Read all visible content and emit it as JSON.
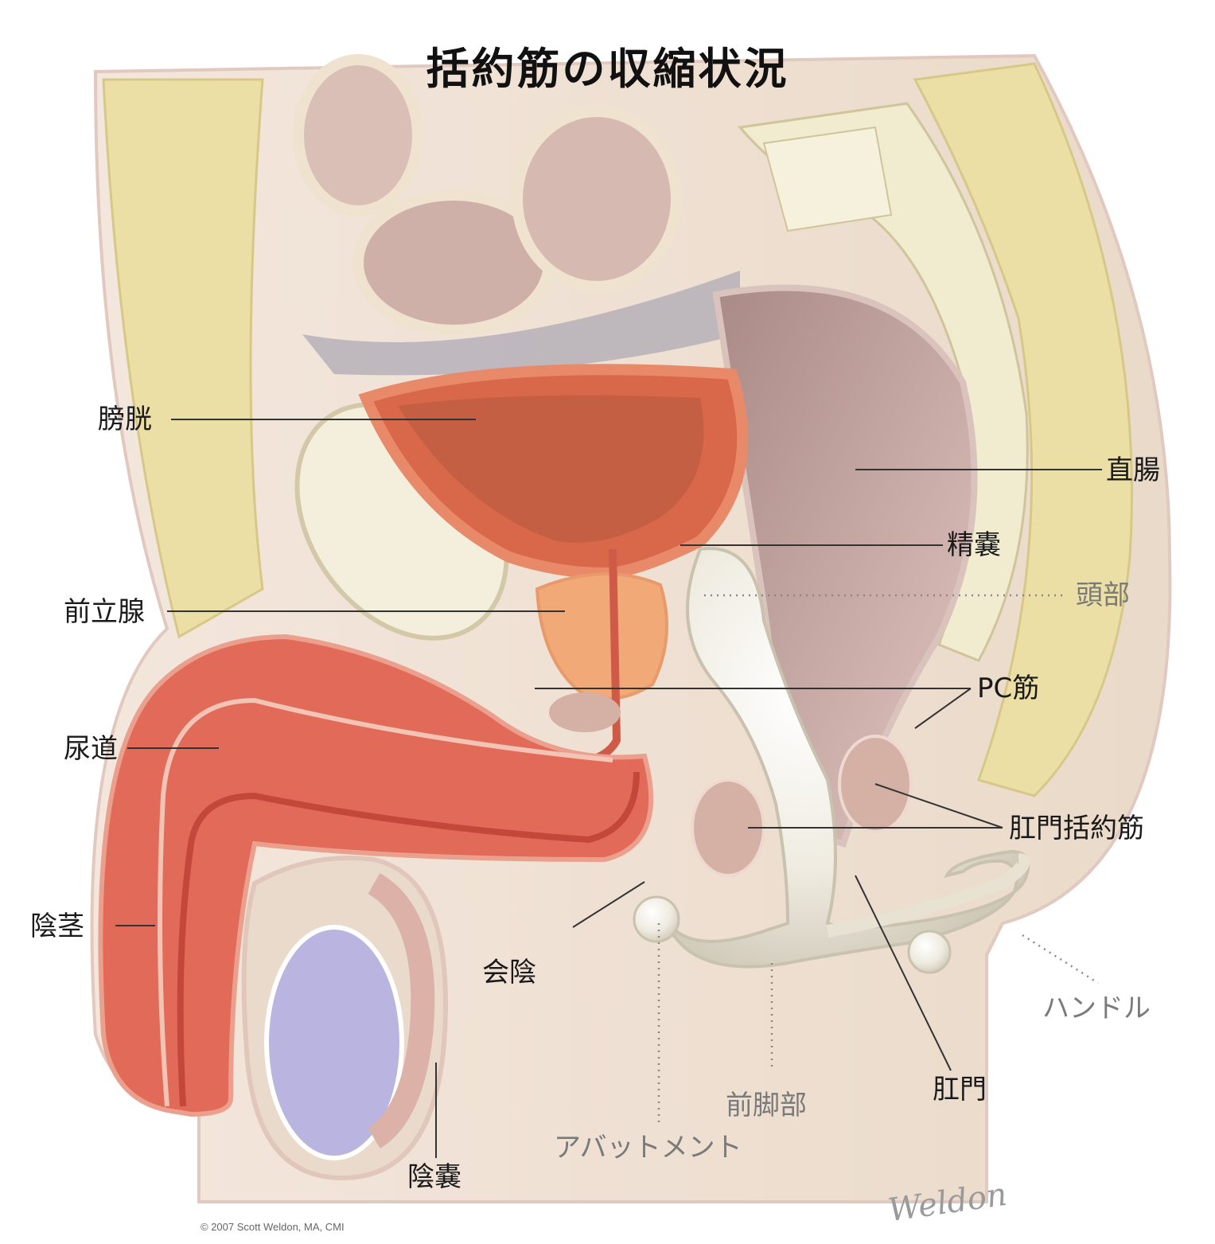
{
  "title": "括約筋の収縮状況",
  "labels": {
    "bladder": "膀胱",
    "prostate": "前立腺",
    "urethra": "尿道",
    "penis": "陰茎",
    "perineum": "会陰",
    "scrotum": "陰嚢",
    "rectum": "直腸",
    "seminal_vesicle": "精嚢",
    "head": "頭部",
    "pc_muscle": "PC筋",
    "anal_sphincter": "肛門括約筋",
    "handle": "ハンドル",
    "anus": "肛門",
    "front_leg": "前脚部",
    "abutment": "アバットメント"
  },
  "credit": "© 2007 Scott Weldon, MA, CMI",
  "signature": "Weldon",
  "colors": {
    "fat": "#ecdfa6",
    "tissue": "#f4e7df",
    "muscle_red": "#e26a58",
    "bladder": "#d9684a",
    "prostate": "#f1a978",
    "rectum": "#c49b95",
    "device": "#efebe0",
    "bone": "#f1ebcf",
    "testis": "#b9b4e0"
  }
}
